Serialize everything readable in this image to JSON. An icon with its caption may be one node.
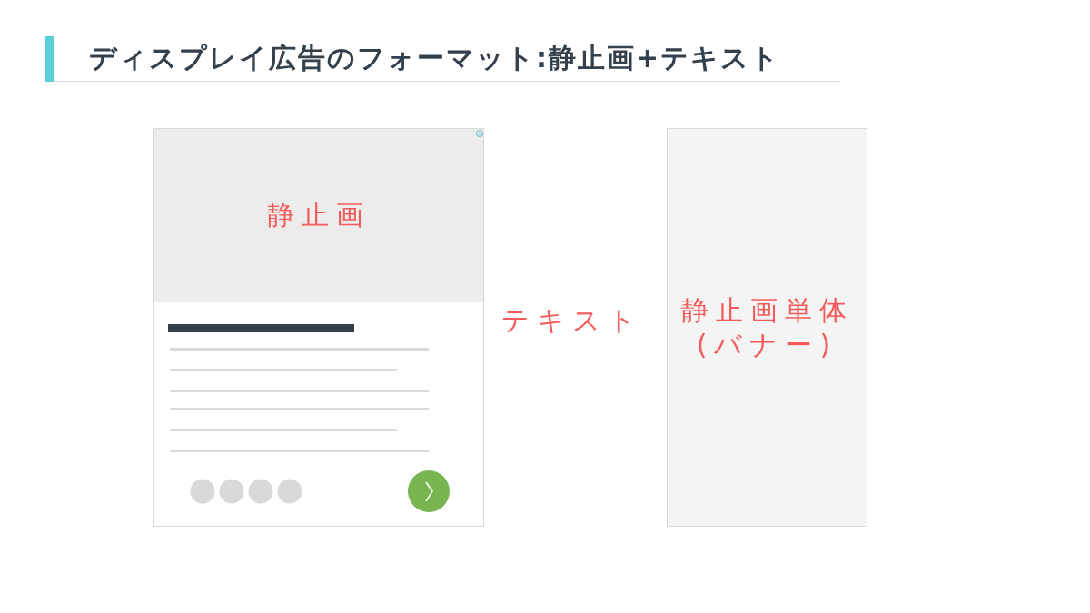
{
  "diagram": {
    "title": "ディスプレイ広告のフォーマット:静止画+テキスト",
    "nodes": [
      {
        "text": [],
        "shape": "box"
      },
      {
        "text": [
          "静止画"
        ],
        "in": 0
      },
      {
        "text": [
          "静止画単体(バナー)"
        ]
      }
    ],
    "labels": [
      "テキスト"
    ]
  }
}
